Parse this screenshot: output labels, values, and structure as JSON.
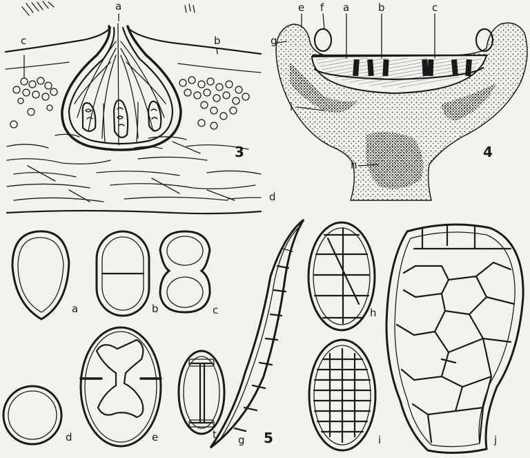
{
  "figure3": {
    "number": "3",
    "labels": {
      "a": "a",
      "b": "b",
      "c": "c",
      "d": "d"
    }
  },
  "figure4": {
    "number": "4",
    "labels": {
      "e": "e",
      "f": "f",
      "a": "a",
      "b": "b",
      "c": "c",
      "g": "g",
      "i": "i",
      "h": "h"
    }
  },
  "figure5": {
    "number": "5",
    "spore_labels": [
      "a",
      "b",
      "c",
      "d",
      "e",
      "t",
      "g",
      "h",
      "i",
      "j"
    ]
  }
}
